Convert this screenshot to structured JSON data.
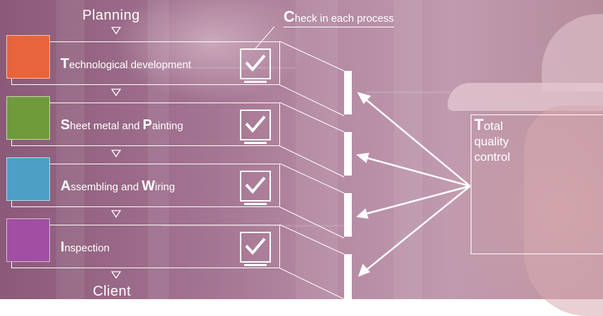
{
  "flow": {
    "start": "Planning",
    "end": "Client"
  },
  "check": {
    "title_initial": "C",
    "title_rest": "heck in each process"
  },
  "processes": [
    {
      "initial_1": "T",
      "text_1": "echnological development",
      "initial_2": "",
      "text_2": "",
      "color": "#e8643a"
    },
    {
      "initial_1": "S",
      "text_1": "heet metal and ",
      "initial_2": "P",
      "text_2": "ainting",
      "color": "#6f9a3a"
    },
    {
      "initial_1": "A",
      "text_1": "ssembling and ",
      "initial_2": "W",
      "text_2": "iring",
      "color": "#4d9fc6"
    },
    {
      "initial_1": "I",
      "text_1": "nspection",
      "initial_2": "",
      "text_2": "",
      "color": "#a24ea3"
    }
  ],
  "tqc": {
    "initial": "T",
    "line_1": "otal",
    "line_2": "quality",
    "line_3": "control"
  },
  "icons": {
    "checkbox": "check-icon",
    "flow_arrow": "triangle-down-icon",
    "pointer": "arrow-icon"
  }
}
